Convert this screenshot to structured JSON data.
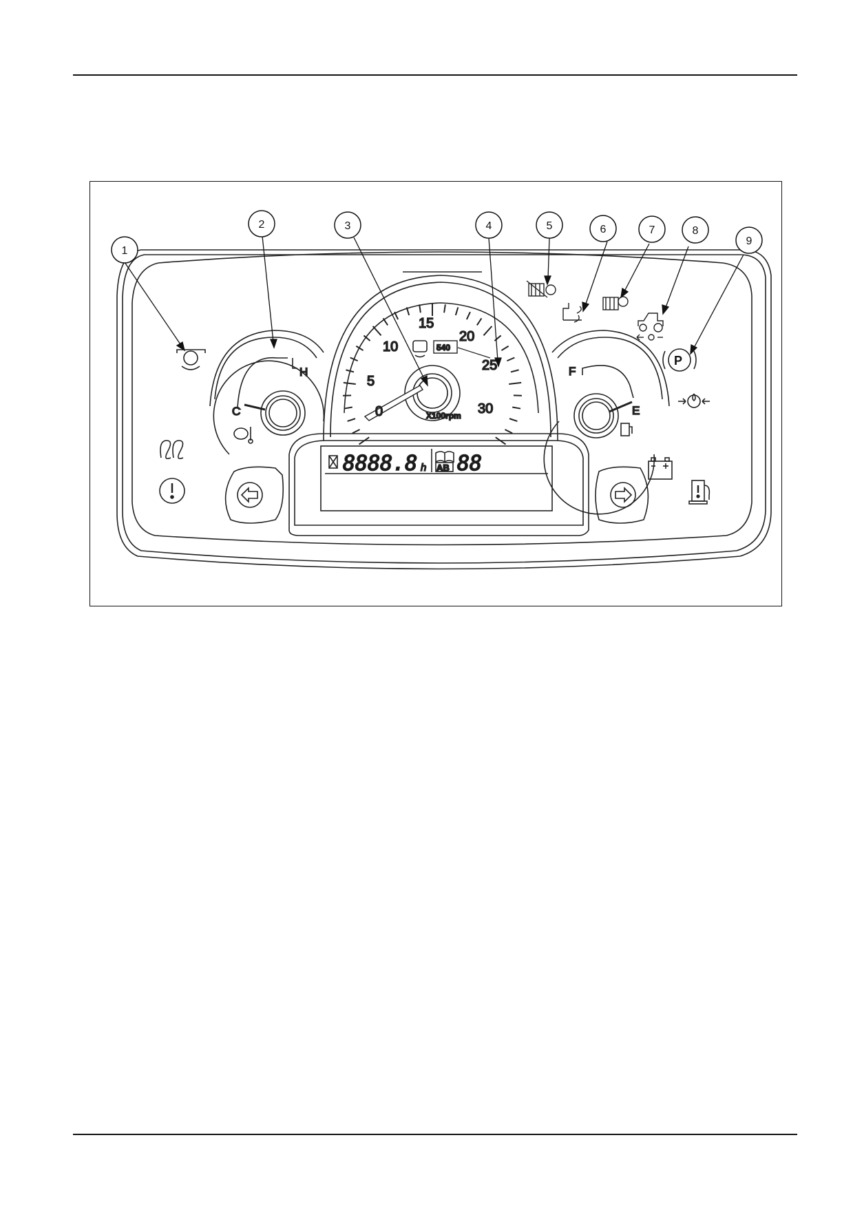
{
  "callouts": [
    "1",
    "2",
    "3",
    "4",
    "5",
    "6",
    "7",
    "8",
    "9"
  ],
  "tachometer": {
    "scale_labels": [
      "0",
      "5",
      "10",
      "15",
      "20",
      "25",
      "30"
    ],
    "unit_label": "X100rpm",
    "pto_marker": "540"
  },
  "temperature_gauge": {
    "cold_label": "C",
    "hot_label": "H"
  },
  "fuel_gauge": {
    "full_label": "F",
    "empty_label": "E"
  },
  "lcd": {
    "hour_meter": "8888.8",
    "hour_unit": "h",
    "trip_label": "AB",
    "trip_digits": "88"
  },
  "icons": {
    "left": [
      "engine-warning-icon",
      "glow-plug-icon",
      "master-warning-icon"
    ],
    "top": [
      "dpf-regeneration-icon",
      "exhaust-temperature-icon",
      "dpf-status-icon",
      "trailer-brake-icon"
    ],
    "right": [
      "parking-brake-icon",
      "oil-pressure-icon",
      "battery-icon",
      "fuel-warning-icon"
    ],
    "buttons": [
      "left-arrow-icon",
      "right-arrow-icon"
    ]
  }
}
